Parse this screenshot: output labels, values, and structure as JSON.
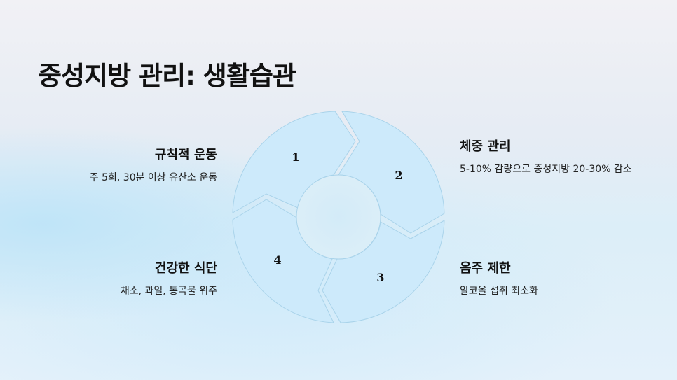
{
  "title": "중성지방 관리: 생활습관",
  "steps": [
    {
      "number": "1",
      "title": "규칙적 운동",
      "description": "주 5회, 30분 이상 유산소 운동"
    },
    {
      "number": "2",
      "title": "체중 관리",
      "description": "5-10% 감량으로 중성지방 20-30% 감소"
    },
    {
      "number": "3",
      "title": "음주 제한",
      "description": "알코올 섭취 최소화"
    },
    {
      "number": "4",
      "title": "건강한 식단",
      "description": "채소, 과일, 통곡물 위주"
    }
  ],
  "colors": {
    "segment_fill": "#cdeafb",
    "segment_stroke": "#a9d3ea",
    "title": "#111111"
  }
}
